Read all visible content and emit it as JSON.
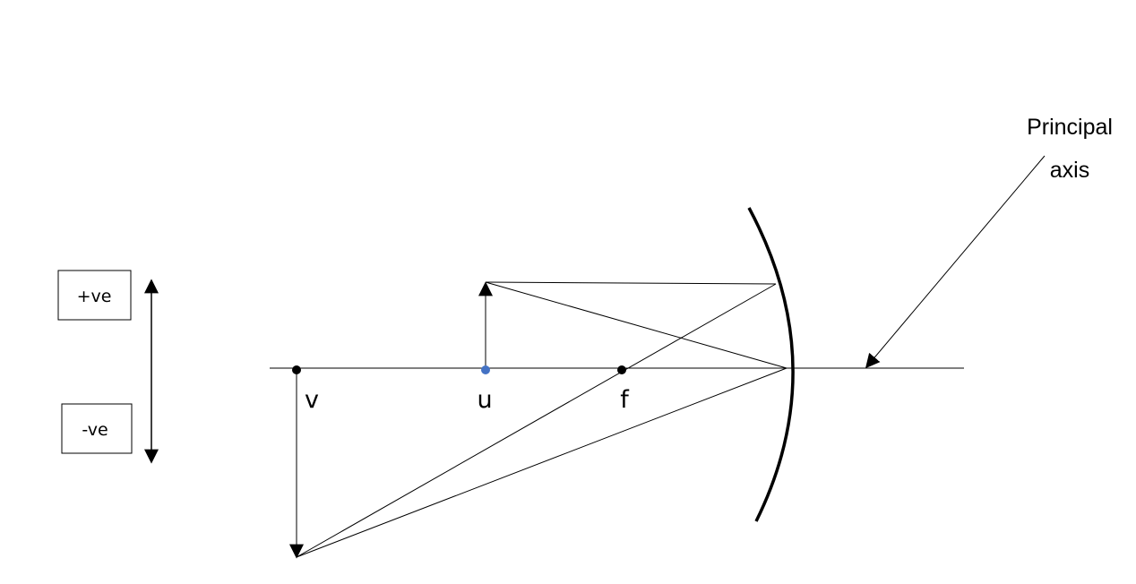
{
  "signs": {
    "positive": "+ve",
    "negative": "-ve"
  },
  "points": {
    "image": "v",
    "object": "u",
    "focus": "f"
  },
  "caption": {
    "line1": "Principal",
    "line2": "axis"
  },
  "colors": {
    "ink": "#000000",
    "object_dot": "#4472c4"
  }
}
